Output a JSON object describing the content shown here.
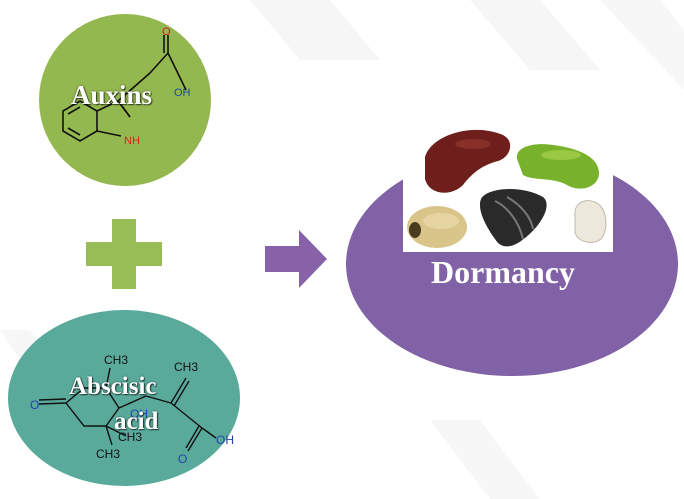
{
  "auxins": {
    "label": "Auxins",
    "color": "#94b850",
    "atoms": {
      "oxygen": "O",
      "hydroxyl": "OH",
      "nh": "NH"
    }
  },
  "plus": {
    "color": "#98bc56"
  },
  "arrow": {
    "color": "#8762a8"
  },
  "abscisic_acid": {
    "label_line1": "Abscisic",
    "label_line2": "acid",
    "color": "#5aaa9c",
    "atoms": {
      "ketone_o": "O",
      "methyl_top": "CH3",
      "ring_oh": "OH",
      "methyl_a": "CH3",
      "methyl_b": "CH3",
      "side_methyl": "CH3",
      "acid_o": "O",
      "acid_oh": "OH"
    }
  },
  "dormancy": {
    "label": "Dormancy",
    "color": "#8162a6"
  },
  "seeds": [
    "red-kidney-bean",
    "green-bean",
    "cream-seed",
    "sunflower-seed",
    "white-seed"
  ]
}
